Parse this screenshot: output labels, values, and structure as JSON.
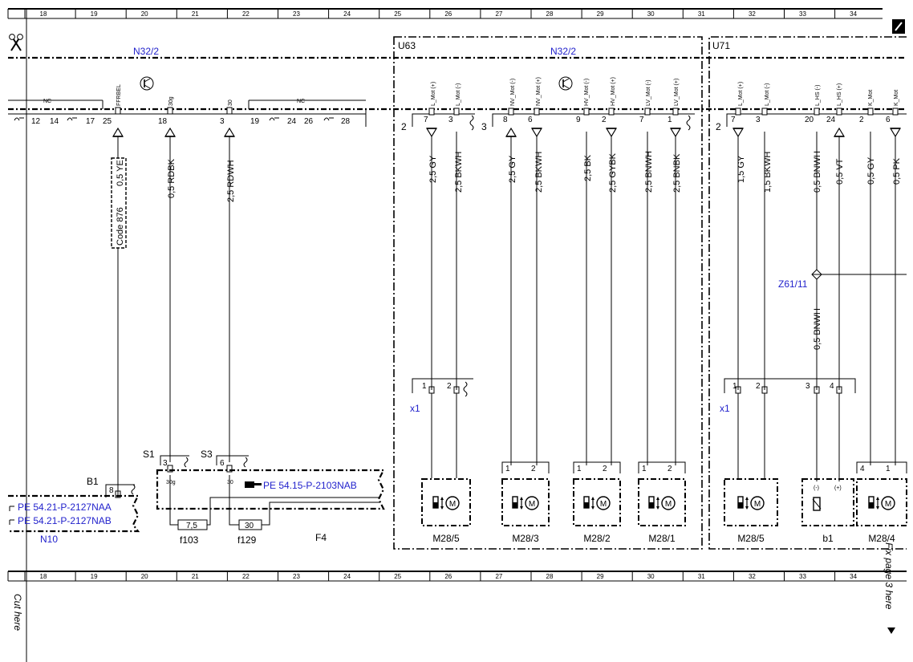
{
  "ruler": {
    "columns": [
      "18",
      "19",
      "20",
      "21",
      "22",
      "23",
      "24",
      "25",
      "26",
      "27",
      "28",
      "29",
      "30",
      "31",
      "32",
      "33",
      "34"
    ]
  },
  "modules": {
    "n32_left": "N32/2",
    "u63": "U63",
    "n32_right": "N32/2",
    "u71": "U71",
    "n10": "N10",
    "f4": "F4",
    "x1_left": "x1",
    "x1_right": "x1",
    "z61": "Z61/11",
    "b1_conn": "B1",
    "s1_conn": "S1",
    "s3_conn": "S3"
  },
  "references": {
    "ref1": "PE 54.15-P-2103NAB",
    "ref2": "PE 54.21-P-2127NAA",
    "ref3": "PE 54.21-P-2127NAB"
  },
  "connector_n32": {
    "nc_label": "NC",
    "pins": {
      "p12": "12",
      "p14": "14",
      "p17": "17",
      "p25": "25",
      "p18": "18",
      "p3": "3",
      "p19": "19",
      "p24": "24",
      "p26": "26",
      "p28": "28"
    },
    "signals": {
      "s25": "FFRBEL",
      "s18": "30g",
      "s3": "30"
    }
  },
  "connector_u63": {
    "group_a": "2",
    "group_b": "3",
    "pins": {
      "p7": "7",
      "p3": "3",
      "p8": "8",
      "p6": "6",
      "p9": "9",
      "p2": "2",
      "p7b": "7",
      "p1": "1"
    },
    "signals": {
      "s1": "L_Mot (+)",
      "s2": "L_Mot (-)",
      "s3": "NV_Mot (-)",
      "s4": "NV_Mot (+)",
      "s5": "HV_Mot (-)",
      "s6": "HV_Mot (+)",
      "s7": "LV_Mot (-)",
      "s8": "LV_Mot (+)"
    }
  },
  "connector_u71": {
    "group_a": "2",
    "pins": {
      "p7": "7",
      "p3": "3",
      "p20": "20",
      "p24": "24",
      "p2": "2",
      "p6": "6"
    },
    "signals": {
      "s1": "L_Mot (+)",
      "s2": "L_Mot (-)",
      "s3": "L_HS (-)",
      "s4": "L_HS (+)",
      "s5": "K_Mot",
      "s6": "K_Mot"
    }
  },
  "wires": {
    "w1": "0,5 YE",
    "code": "Code 876",
    "w2": "0,5 RDBK",
    "w3": "2,5 RDWH",
    "w4": "2,5 GY",
    "w5": "2,5 BKWH",
    "w6": "2,5 GY",
    "w7": "2,5 BKWH",
    "w8": "2,5 BK",
    "w9": "2,5 GYBK",
    "w10": "2,5 BNWH",
    "w11": "2,5 BNBK",
    "w12": "1,5 GY",
    "w13": "1,5 BKWH",
    "w14": "0,5 BNWH",
    "w15": "0,5 VT",
    "w16": "0,5 GY",
    "w17": "0,5 PK",
    "w18": "0,5 BNWH"
  },
  "x1_pins": {
    "l1": "1",
    "l2": "2",
    "r1": "1",
    "r2": "2",
    "r3": "3",
    "r4": "4"
  },
  "f4": {
    "s1_pin": "3",
    "s1_sig": "30g",
    "s3_pin": "6",
    "s3_sig": "30",
    "b1_pin": "8",
    "fuse1_value": "7,5",
    "fuse1_name": "f103",
    "fuse2_value": "30",
    "fuse2_name": "f129"
  },
  "motors": {
    "m1": "M28/5",
    "m2": "M28/3",
    "m3": "M28/2",
    "m4": "M28/1",
    "m5": "M28/5",
    "m6": "b1",
    "m7": "M28/4",
    "m2_pins": [
      "1",
      "2"
    ],
    "m3_pins": [
      "1",
      "2"
    ],
    "m4_pins": [
      "1",
      "2"
    ],
    "m7_pins": [
      "4",
      "1"
    ],
    "b1_minus": "(-)",
    "b1_plus": "(+)",
    "motor_symbol": "M"
  },
  "side_notes": {
    "cut_left": "Cut here",
    "cut_right": "Fix page 3 here"
  }
}
